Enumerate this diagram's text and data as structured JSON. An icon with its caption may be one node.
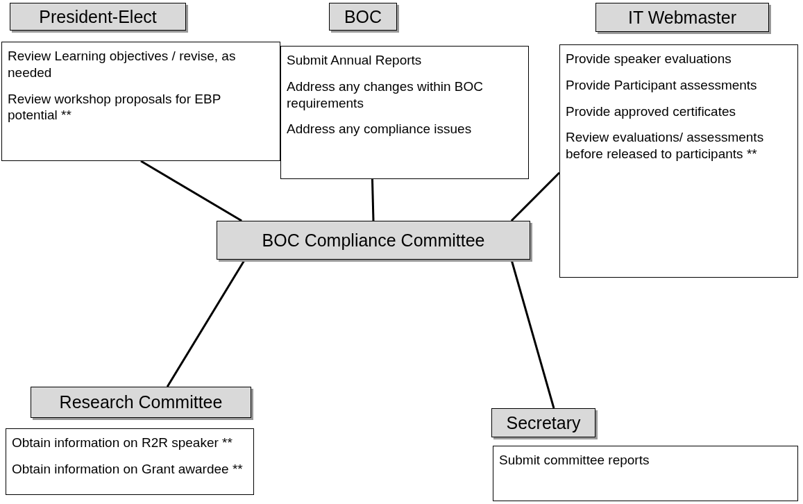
{
  "diagram": {
    "nodes": [
      {
        "text": [
          "President-Elect"
        ]
      },
      {
        "text": [
          "Review Learning objectives / revise, as needed",
          "Review workshop proposals for EBP potential **"
        ]
      },
      {
        "text": [
          "BOC"
        ]
      },
      {
        "text": [
          "Submit Annual Reports",
          "Address any changes within BOC requirements",
          "Address any compliance issues"
        ]
      },
      {
        "text": [
          "IT Webmaster"
        ]
      },
      {
        "text": [
          "Provide speaker evaluations",
          "Provide Participant assessments",
          "Provide approved certificates",
          "Review evaluations/ assessments before released to participants **"
        ]
      },
      {
        "text": [
          "BOC Compliance Committee"
        ]
      },
      {
        "text": [
          "Research Committee"
        ]
      },
      {
        "text": [
          "Obtain information on R2R speaker **",
          "Obtain information on Grant awardee **"
        ]
      },
      {
        "text": [
          "Secretary"
        ]
      },
      {
        "text": [
          "Submit committee reports"
        ]
      }
    ],
    "edges": [
      {
        "from": 6,
        "to": 1,
        "arrow": "none"
      },
      {
        "from": 6,
        "to": 3,
        "arrow": "none"
      },
      {
        "from": 6,
        "to": 5,
        "arrow": "none"
      },
      {
        "from": 6,
        "to": 7,
        "arrow": "none"
      },
      {
        "from": 6,
        "to": 9,
        "arrow": "none"
      }
    ]
  }
}
